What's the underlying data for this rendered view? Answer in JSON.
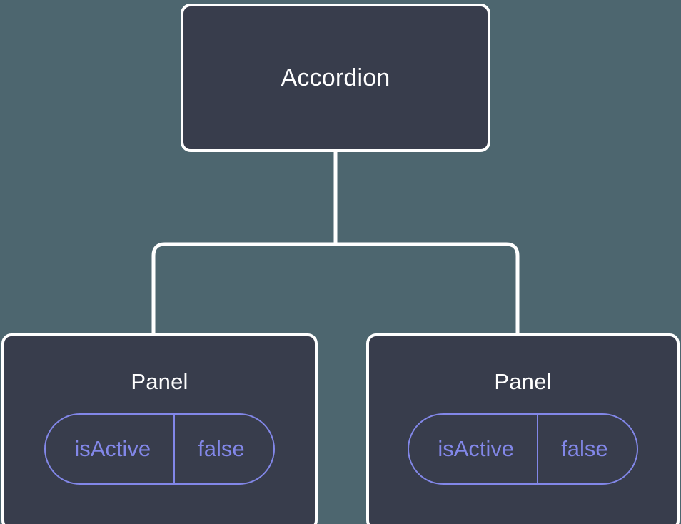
{
  "canvas": {
    "background_color": "#4d666f",
    "node_fill_color": "#383d4c",
    "node_border_color": "#ffffff",
    "edge_color": "#ffffff",
    "accent_color": "#8287e8",
    "title_color": "#ffffff"
  },
  "tree": {
    "root": {
      "label": "Accordion"
    },
    "children": [
      {
        "label": "Panel",
        "state": {
          "key": "isActive",
          "value": "false"
        }
      },
      {
        "label": "Panel",
        "state": {
          "key": "isActive",
          "value": "false"
        }
      }
    ]
  }
}
